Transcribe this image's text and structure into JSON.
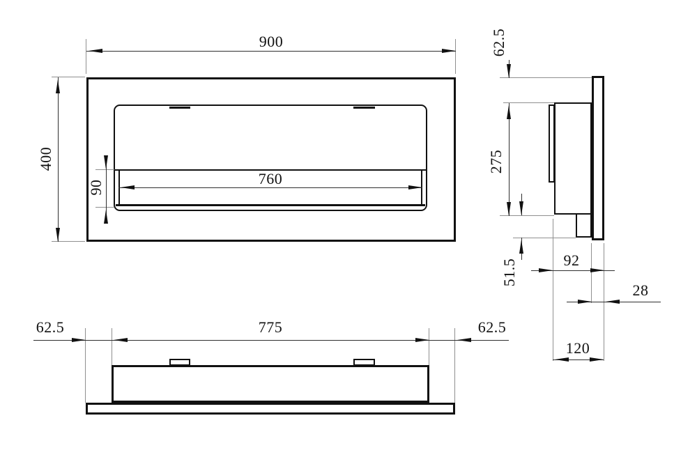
{
  "drawing": {
    "type": "technical-orthographic-drawing",
    "views": {
      "front": {
        "overall_width": "900",
        "overall_height": "400",
        "opening_width": "760",
        "burner_slot_height": "90"
      },
      "side": {
        "top_inset": "62.5",
        "body_height": "275",
        "bottom_inset": "51.5",
        "body_depth": "92",
        "front_panel_thickness": "28",
        "total_depth": "120"
      },
      "plan": {
        "left_margin": "62.5",
        "body_width": "775",
        "right_margin": "62.5"
      }
    }
  }
}
